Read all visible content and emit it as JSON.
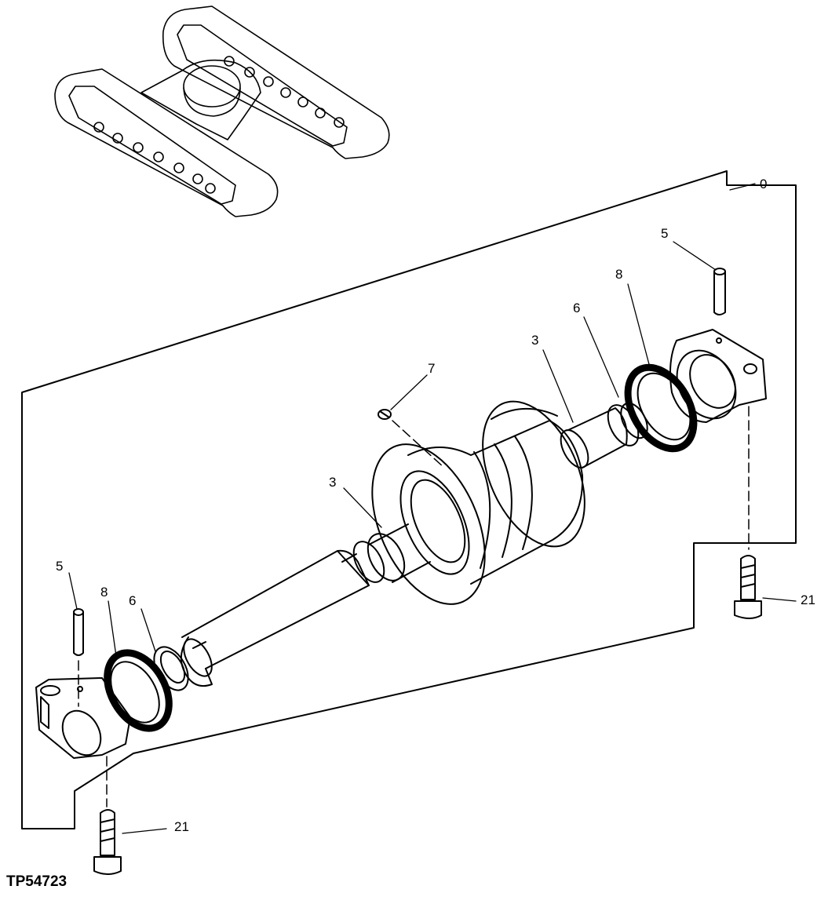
{
  "figure_id": "TP54723",
  "callouts": [
    "0",
    "5",
    "8",
    "6",
    "3",
    "7",
    "3",
    "21",
    "5",
    "8",
    "6",
    "21"
  ],
  "colors": {
    "ink": "#000000",
    "paper": "#ffffff"
  },
  "icons": {
    "thumbnail": "track-frame-icon",
    "parts": [
      "roller-shaft",
      "single-flange-roller",
      "collar",
      "duo-cone-seal",
      "o-ring",
      "pin",
      "plug",
      "cap-screw"
    ]
  }
}
